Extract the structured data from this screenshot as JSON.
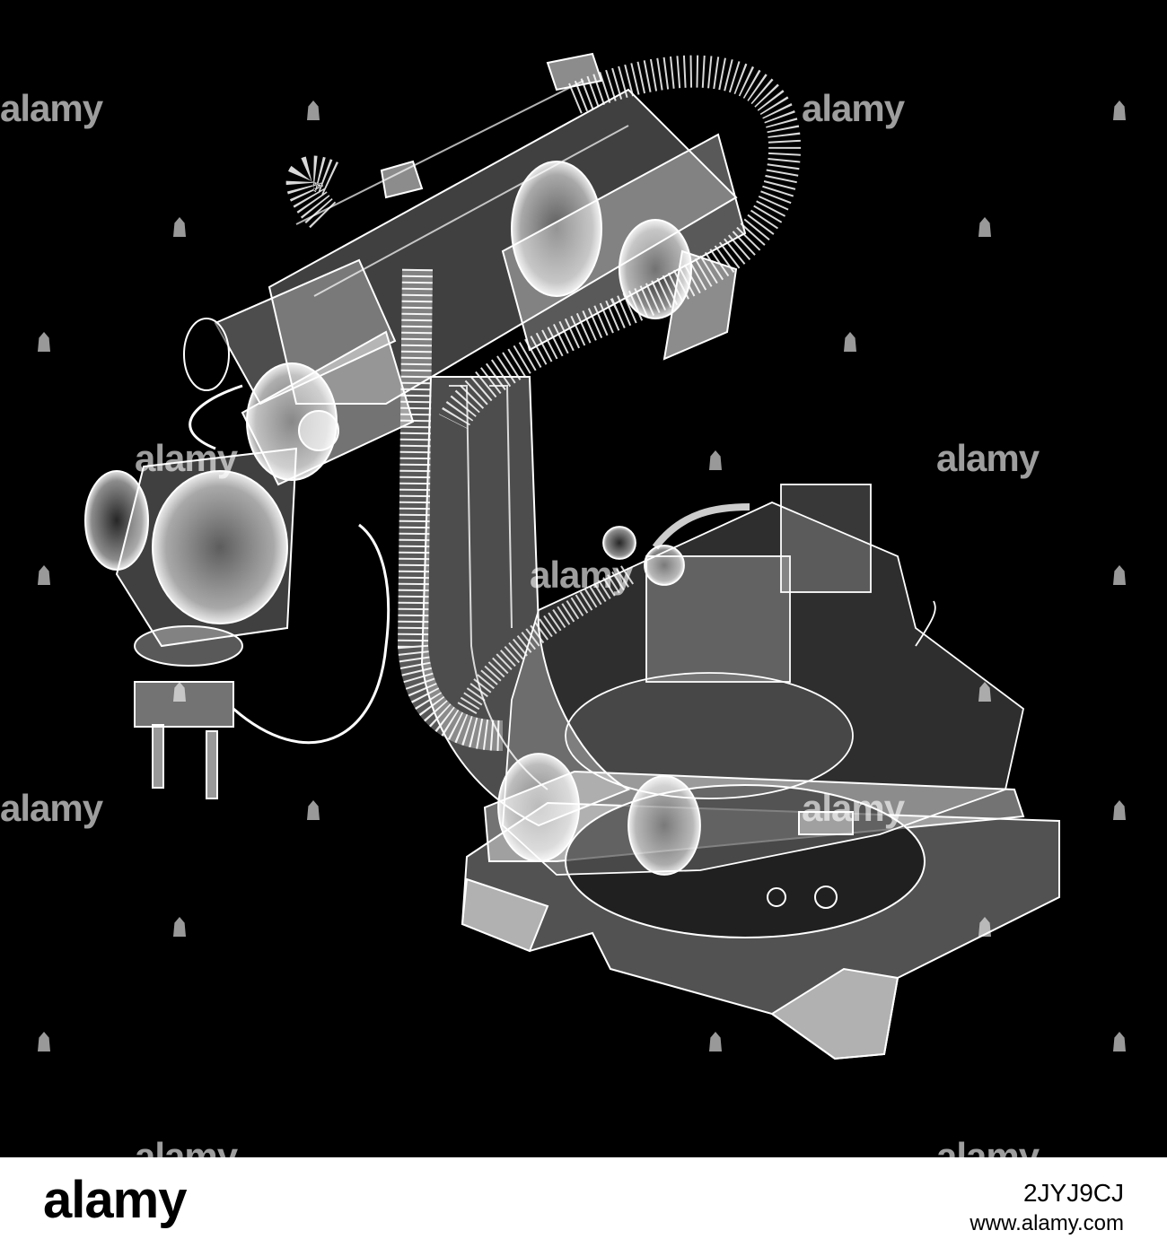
{
  "image": {
    "subject": "industrial-robot-arm-xray",
    "background_color": "#000000",
    "foreground_color": "#ffffff"
  },
  "watermark": {
    "text": "alamy"
  },
  "footer": {
    "logo": "alamy",
    "image_id": "2JYJ9CJ",
    "url": "www.alamy.com"
  }
}
